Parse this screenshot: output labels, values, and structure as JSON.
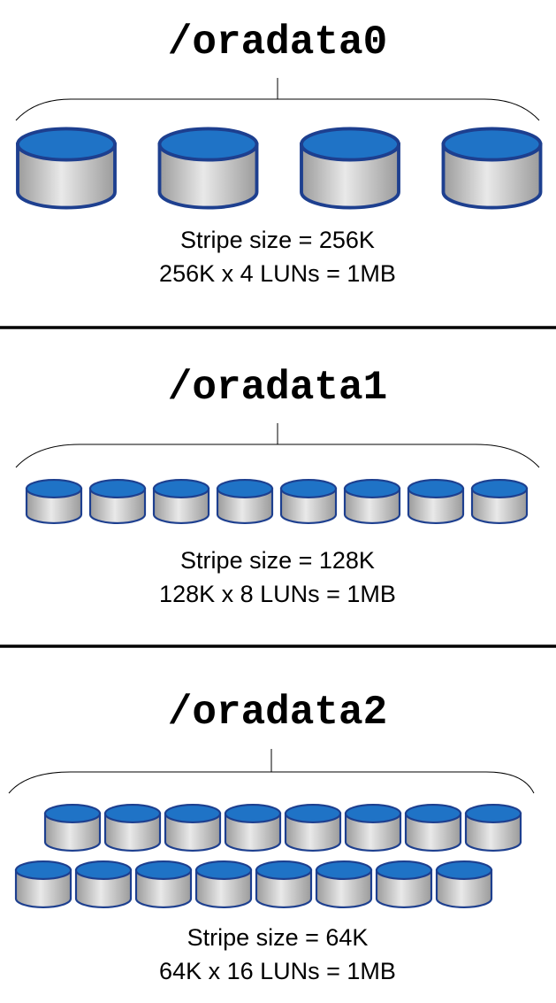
{
  "colors": {
    "disk_top": "#1f73c6",
    "disk_outline": "#1d3f8f",
    "disk_body_light": "#e9e9e9",
    "disk_body_dark": "#9b9b9b",
    "text": "#000000"
  },
  "icon": "disk-lun-icon",
  "sections": [
    {
      "title": "/oradata0",
      "caption_1": "Stripe size = 256K",
      "caption_2": "256K x 4 LUNs = 1MB",
      "lun_count": 4
    },
    {
      "title": "/oradata1",
      "caption_1": "Stripe size = 128K",
      "caption_2": "128K x 8 LUNs = 1MB",
      "lun_count": 8
    },
    {
      "title": "/oradata2",
      "caption_1": "Stripe size = 64K",
      "caption_2": "64K x 16 LUNs = 1MB",
      "lun_count": 16
    }
  ]
}
